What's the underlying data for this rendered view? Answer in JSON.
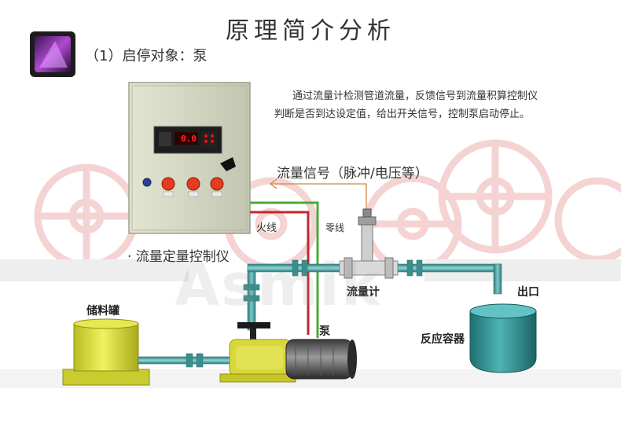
{
  "title": "原理简介分析",
  "section": {
    "label": "（1）启停对象：泵",
    "icon": "purple-app-icon"
  },
  "description": {
    "line1": "通过流量计检测管道流量，反馈信号到流量积算控制仪",
    "line2": "判断是否到达设定值，给出开关信号，控制泵启动停止。"
  },
  "labels": {
    "signal": "流量信号（脉冲/电压等）",
    "live_wire": "火线",
    "neutral_wire": "零线",
    "controller": "· 流量定量控制仪",
    "flowmeter": "流量计",
    "outlet": "出口",
    "tank": "储料罐",
    "pump": "泵",
    "vessel": "反应容器"
  },
  "controller_display": "0.0",
  "watermark": "Asmik",
  "colors": {
    "pipe": "#3e9a9a",
    "tank": "#d6d83a",
    "vessel": "#2a8a8a",
    "live_wire": "#c0282a",
    "neutral_wire": "#4caa3a",
    "cabinet": "#cfd3be",
    "wheel": "#f2c4c4"
  }
}
